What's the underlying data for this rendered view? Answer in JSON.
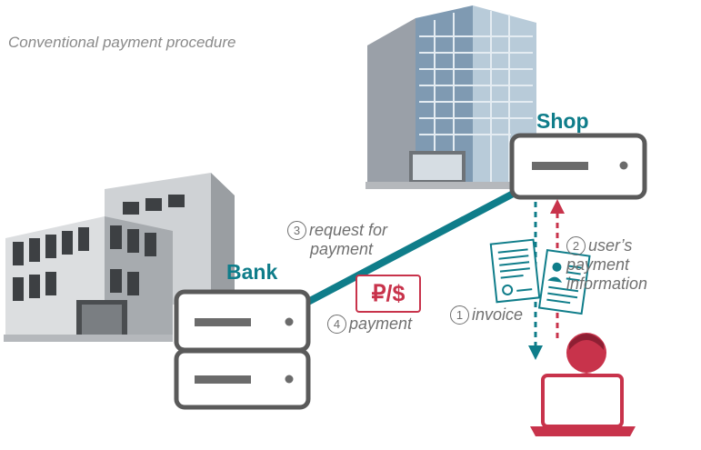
{
  "title": "Conventional payment procedure",
  "nodes": {
    "shop_label": "Shop",
    "bank_label": "Bank"
  },
  "steps": [
    {
      "num": "1",
      "text": "invoice"
    },
    {
      "num": "2",
      "lines": [
        "user’s",
        "payment",
        "information"
      ]
    },
    {
      "num": "3",
      "lines": [
        "request for",
        "payment"
      ]
    },
    {
      "num": "4",
      "text": "payment"
    }
  ],
  "money_symbol": "₽/$",
  "colors": {
    "teal": "#0f7d8a",
    "red": "#c8334b",
    "server_border": "#5a5a5a",
    "text_gray": "#707070"
  },
  "icons": [
    "office-building-icon",
    "bank-building-icon",
    "server-icon",
    "document-icon",
    "user-at-laptop-icon",
    "currency-icon"
  ]
}
